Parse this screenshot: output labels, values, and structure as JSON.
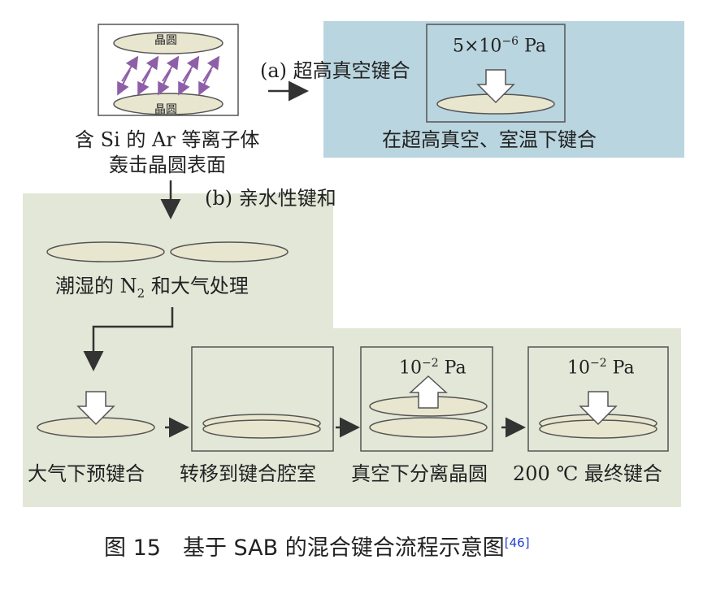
{
  "step_top": {
    "wafer_top": "晶圆",
    "wafer_bottom": "晶圆",
    "desc_line1": "含 Si 的 Ar 等离子体",
    "desc_line2": "轰击晶圆表面"
  },
  "branch_a": {
    "label": "(a) 超高真空键合",
    "pressure_base": "5×10",
    "pressure_exp": "−6",
    "pressure_unit": " Pa",
    "caption": "在超高真空、室温下键合"
  },
  "branch_b": {
    "label": "(b) 亲水性键和",
    "treatment_prefix": "潮湿的 N",
    "treatment_sub": "2",
    "treatment_suffix": " 和大气处理",
    "steps": [
      {
        "label": "大气下预键合"
      },
      {
        "label": "转移到键合腔室"
      },
      {
        "label": "真空下分离晶圆",
        "pressure_base": "10",
        "pressure_exp": "−2",
        "pressure_unit": " Pa"
      },
      {
        "label": "200 ℃ 最终键合",
        "pressure_base": "10",
        "pressure_exp": "−2",
        "pressure_unit": " Pa"
      }
    ]
  },
  "figure_caption": {
    "text": "图 15　基于 SAB 的混合键合流程示意图",
    "ref": "[46]"
  },
  "colors": {
    "uhv_bg": "#b9d5df",
    "hydrophilic_bg": "#e3e7d8",
    "wafer_fill": "#e9e6cf",
    "arrow_ion": "#8e5fa8",
    "ref_color": "#2244cc"
  }
}
